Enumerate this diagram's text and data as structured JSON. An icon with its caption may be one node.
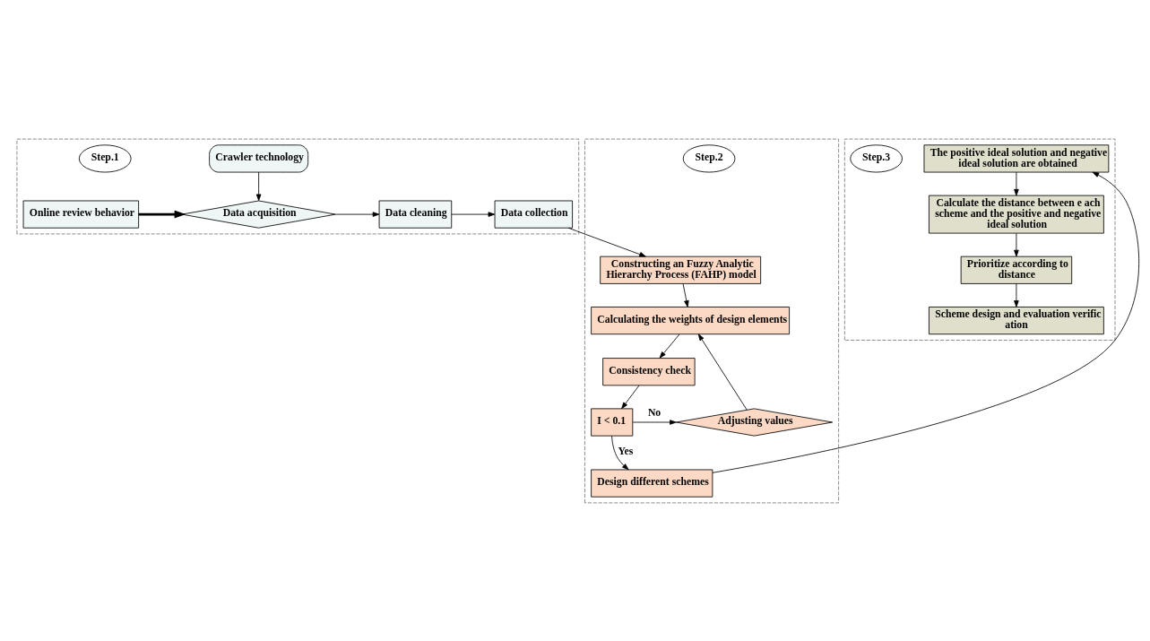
{
  "diagram": {
    "nodes": [
      {
        "text": [],
        "shape": "box"
      },
      {
        "text": [
          "Crawler technology"
        ],
        "in": 0
      },
      {
        "text": [
          "Step.1"
        ],
        "in": 0
      },
      {
        "text": [
          "Online review behavior"
        ],
        "in": 0
      },
      {
        "text": [
          "Data acquisition"
        ],
        "in": 0
      },
      {
        "text": [
          "Data cleaning"
        ],
        "in": 0
      },
      {
        "text": [
          "Data collection"
        ],
        "in": 0
      },
      {
        "text": [],
        "shape": "box"
      },
      {
        "text": [
          "The positive ideal solution and negative ideal solution are obtained"
        ],
        "in": 7
      },
      {
        "text": [
          "Calculate the distance between e ach scheme and the positive and negative ideal solution"
        ],
        "in": 7
      },
      {
        "text": [
          "Step.3"
        ],
        "in": 7
      },
      {
        "text": [
          "Prioritize according to distance"
        ],
        "in": 7
      },
      {
        "text": [
          "Scheme design and evaluation verific ation"
        ],
        "in": 7
      },
      {
        "text": [],
        "shape": "box"
      },
      {
        "text": [
          "Constructing an Fuzzy Analytic Hierarchy Process (FAHP) model"
        ],
        "in": 13
      },
      {
        "text": [
          "Calculating the weights of design elements"
        ],
        "in": 13
      },
      {
        "text": [
          "Consistency check"
        ],
        "in": 13
      },
      {
        "text": [
          "Adjusting values"
        ],
        "in": 13
      },
      {
        "text": [
          "Step.2"
        ],
        "in": 13
      },
      {
        "text": [
          "I < 0.1"
        ],
        "in": 13
      },
      {
        "text": [
          "Design different schemes"
        ],
        "in": 13
      }
    ],
    "edges": [
      {
        "from": 1,
        "to": 4,
        "arrow": "to"
      },
      {
        "from": 3,
        "to": 4,
        "arrow": "to",
        "style": "thick"
      },
      {
        "from": 4,
        "to": 5,
        "arrow": "to"
      },
      {
        "from": 5,
        "to": 6,
        "arrow": "to"
      },
      {
        "from": 6,
        "to": 14,
        "arrow": "to"
      },
      {
        "from": 14,
        "to": 15,
        "arrow": "to"
      },
      {
        "from": 15,
        "to": 16,
        "arrow": "to"
      },
      {
        "from": 16,
        "to": 19,
        "arrow": "to"
      },
      {
        "from": 19,
        "to": 17,
        "arrow": "to",
        "label": "No"
      },
      {
        "from": 17,
        "to": 15,
        "arrow": "to"
      },
      {
        "from": 19,
        "to": 20,
        "arrow": "to",
        "label": "Yes"
      },
      {
        "from": 20,
        "to": 8,
        "arrow": "to"
      },
      {
        "from": 8,
        "to": 9,
        "arrow": "to"
      },
      {
        "from": 9,
        "to": 11,
        "arrow": "to"
      },
      {
        "from": 11,
        "to": 12,
        "arrow": "to"
      }
    ]
  }
}
